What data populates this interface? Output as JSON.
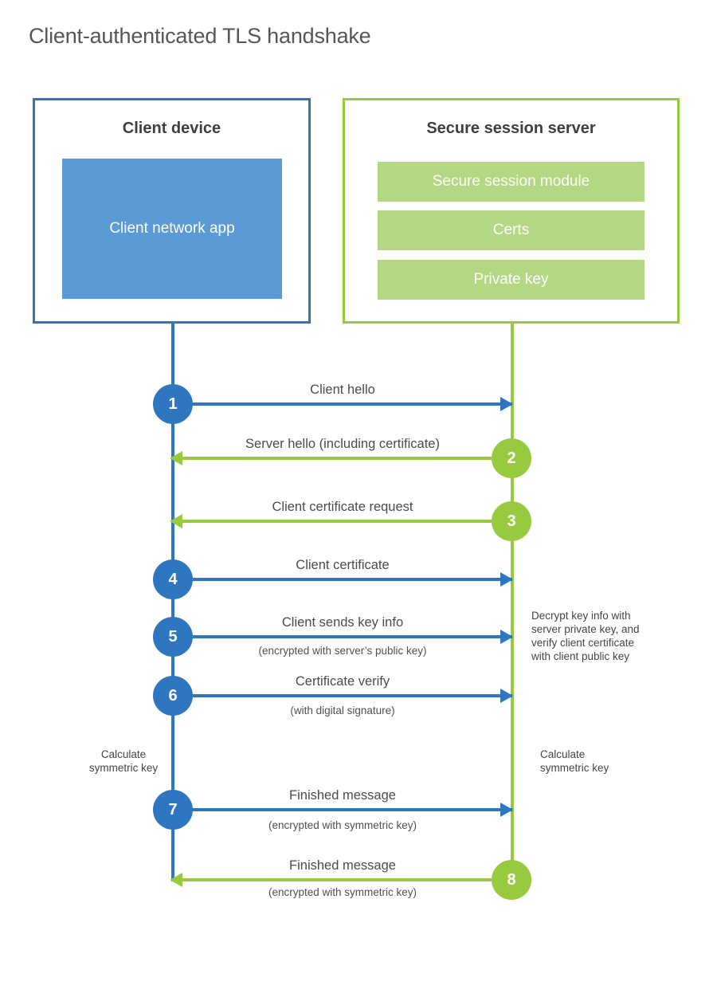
{
  "title": "Client-authenticated TLS handshake",
  "colors": {
    "accent_blue": "#2e77c0",
    "fill_blue": "#5b9bd5",
    "accent_green": "#98ca3f",
    "fill_green": "#b4d783",
    "title_gray": "#54565a",
    "text_dark": "#3e3f41",
    "label_gray": "#4a4b4d"
  },
  "client": {
    "title": "Client device",
    "app_label": "Client network app"
  },
  "server": {
    "title": "Secure session server",
    "modules": [
      "Secure session module",
      "Certs",
      "Private key"
    ]
  },
  "steps": [
    {
      "number": "1",
      "label": "Client hello",
      "sublabel": "",
      "direction": "client-to-server",
      "color": "blue"
    },
    {
      "number": "2",
      "label": "Server hello (including certificate)",
      "sublabel": "",
      "direction": "server-to-client",
      "color": "green"
    },
    {
      "number": "3",
      "label": "Client certificate request",
      "sublabel": "",
      "direction": "server-to-client",
      "color": "green"
    },
    {
      "number": "4",
      "label": "Client certificate",
      "sublabel": "",
      "direction": "client-to-server",
      "color": "blue"
    },
    {
      "number": "5",
      "label": "Client sends key info",
      "sublabel": "(encrypted with server’s public key)",
      "direction": "client-to-server",
      "color": "blue"
    },
    {
      "number": "6",
      "label": "Certificate verify",
      "sublabel": "(with digital signature)",
      "direction": "client-to-server",
      "color": "blue"
    },
    {
      "number": "7",
      "label": "Finished message",
      "sublabel": "(encrypted with symmetric key)",
      "direction": "client-to-server",
      "color": "blue"
    },
    {
      "number": "8",
      "label": "Finished message",
      "sublabel": "(encrypted with symmetric key)",
      "direction": "server-to-client",
      "color": "green"
    }
  ],
  "annotations": {
    "decrypt_note_lines": [
      "Decrypt key info with",
      "server private key, and",
      "verify client certificate",
      "with client public key"
    ],
    "calculate_lines": [
      "Calculate",
      "symmetric key"
    ]
  }
}
